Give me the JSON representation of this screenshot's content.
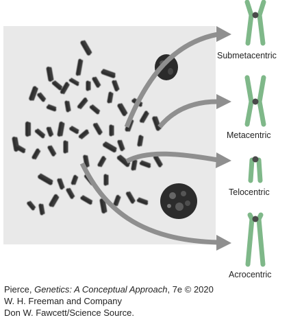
{
  "diagram": {
    "colors": {
      "photo_background": "#e9e9e9",
      "chromosome_dark": "#2e2e2e",
      "arrow": "#8f8f8f",
      "diagram_chromosome": "#7fb889",
      "centromere": "#4a4a4a"
    },
    "labels": {
      "submetacentric": "Submetacentric",
      "metacentric": "Metacentric",
      "telocentric": "Telocentric",
      "acrocentric": "Acrocentric"
    }
  },
  "credit": {
    "line1_prefix": "Pierce, ",
    "line1_title": "Genetics: A Conceptual Approach",
    "line1_suffix": ", 7e © 2020",
    "line2": "W. H. Freeman and Company",
    "line3": "Don W. Fawcett/Science Source."
  }
}
